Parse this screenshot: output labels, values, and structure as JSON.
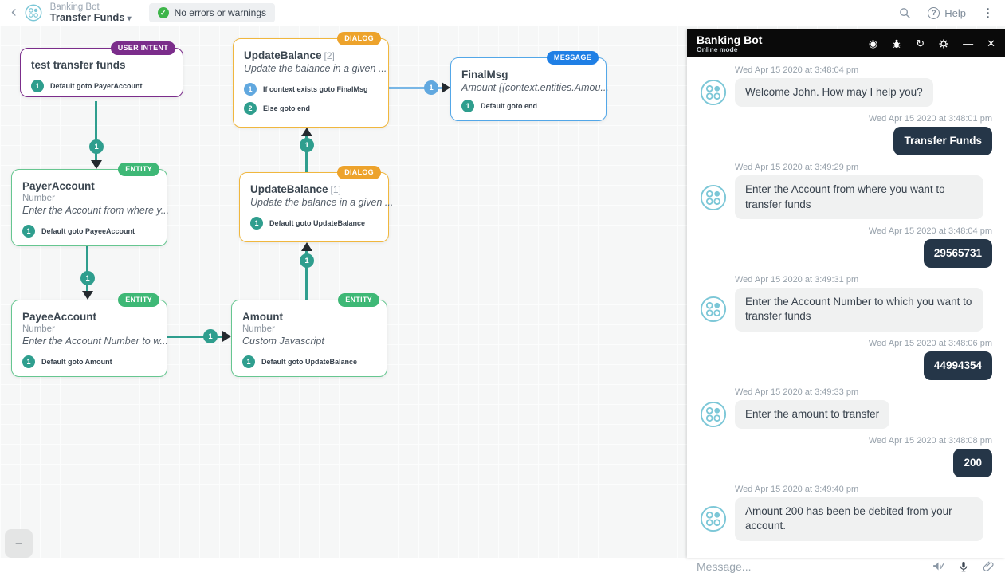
{
  "header": {
    "bot_name": "Banking Bot",
    "flow_name": "Transfer Funds",
    "status": "No errors or warnings",
    "help_label": "Help"
  },
  "icons": {
    "back": "‹",
    "caret_down": "▾",
    "kebab": "⋮",
    "help_mark": "?",
    "check": "✓",
    "record": "◉",
    "reset": "↻",
    "minimize": "—",
    "close": "✕",
    "zoom_out": "−"
  },
  "canvas": {
    "nodes": [
      {
        "type": "USER INTENT",
        "title": "test transfer funds",
        "transitions": [
          {
            "num": "1",
            "text": "Default goto PayerAccount"
          }
        ]
      },
      {
        "type": "ENTITY",
        "title": "PayerAccount",
        "subtitle": "Number",
        "desc": "Enter the Account from where y...",
        "transitions": [
          {
            "num": "1",
            "text": "Default goto PayeeAccount"
          }
        ]
      },
      {
        "type": "ENTITY",
        "title": "PayeeAccount",
        "subtitle": "Number",
        "desc": "Enter the Account Number to w...",
        "transitions": [
          {
            "num": "1",
            "text": "Default goto Amount"
          }
        ]
      },
      {
        "type": "DIALOG",
        "title": "UpdateBalance",
        "index": "[2]",
        "desc": "Update the balance in a given ...",
        "transitions": [
          {
            "num": "1",
            "text": "If context exists goto FinalMsg"
          },
          {
            "num": "2",
            "text": "Else goto end"
          }
        ]
      },
      {
        "type": "DIALOG",
        "title": "UpdateBalance",
        "index": "[1]",
        "desc": "Update the balance in a given ...",
        "transitions": [
          {
            "num": "1",
            "text": "Default goto UpdateBalance"
          }
        ]
      },
      {
        "type": "ENTITY",
        "title": "Amount",
        "subtitle": "Number",
        "desc": "Custom Javascript",
        "transitions": [
          {
            "num": "1",
            "text": "Default goto UpdateBalance"
          }
        ]
      },
      {
        "type": "MESSAGE",
        "title": "FinalMsg",
        "desc": "Amount {{context.entities.Amou...",
        "transitions": [
          {
            "num": "1",
            "text": "Default goto end"
          }
        ]
      }
    ],
    "connectors": [
      {
        "label": "1"
      },
      {
        "label": "1"
      },
      {
        "label": "1"
      },
      {
        "label": "1"
      },
      {
        "label": "1"
      },
      {
        "label": "1"
      }
    ]
  },
  "chat": {
    "title": "Banking Bot",
    "mode": "Online mode",
    "messages": [
      {
        "from": "bot",
        "timestamp": "Wed Apr 15 2020 at 3:48:04 pm",
        "text": "Welcome John. How may I help you?"
      },
      {
        "from": "user",
        "timestamp": "Wed Apr 15 2020 at 3:48:01 pm",
        "text": "Transfer Funds"
      },
      {
        "from": "bot",
        "timestamp": "Wed Apr 15 2020 at 3:49:29 pm",
        "text": "Enter the Account from where you want to transfer funds"
      },
      {
        "from": "user",
        "timestamp": "Wed Apr 15 2020 at 3:48:04 pm",
        "text": "29565731"
      },
      {
        "from": "bot",
        "timestamp": "Wed Apr 15 2020 at 3:49:31 pm",
        "text": "Enter the Account Number to which you want to transfer funds"
      },
      {
        "from": "user",
        "timestamp": "Wed Apr 15 2020 at 3:48:06 pm",
        "text": "44994354"
      },
      {
        "from": "bot",
        "timestamp": "Wed Apr 15 2020 at 3:49:33 pm",
        "text": "Enter the amount to transfer"
      },
      {
        "from": "user",
        "timestamp": "Wed Apr 15 2020 at 3:48:08 pm",
        "text": "200"
      },
      {
        "from": "bot",
        "timestamp": "Wed Apr 15 2020 at 3:49:40 pm",
        "text": "Amount 200 has been be debited from your account."
      }
    ],
    "input_placeholder": "Message..."
  },
  "colors": {
    "intent_purple": "#7b2d8b",
    "entity_green": "#3eb876",
    "dialog_orange": "#eda32c",
    "message_blue": "#1f7fe5",
    "connector_teal": "#2f9e8e",
    "connector_blue": "#79b7e6",
    "user_bubble": "#253648",
    "status_check_green": "#3db54a"
  }
}
